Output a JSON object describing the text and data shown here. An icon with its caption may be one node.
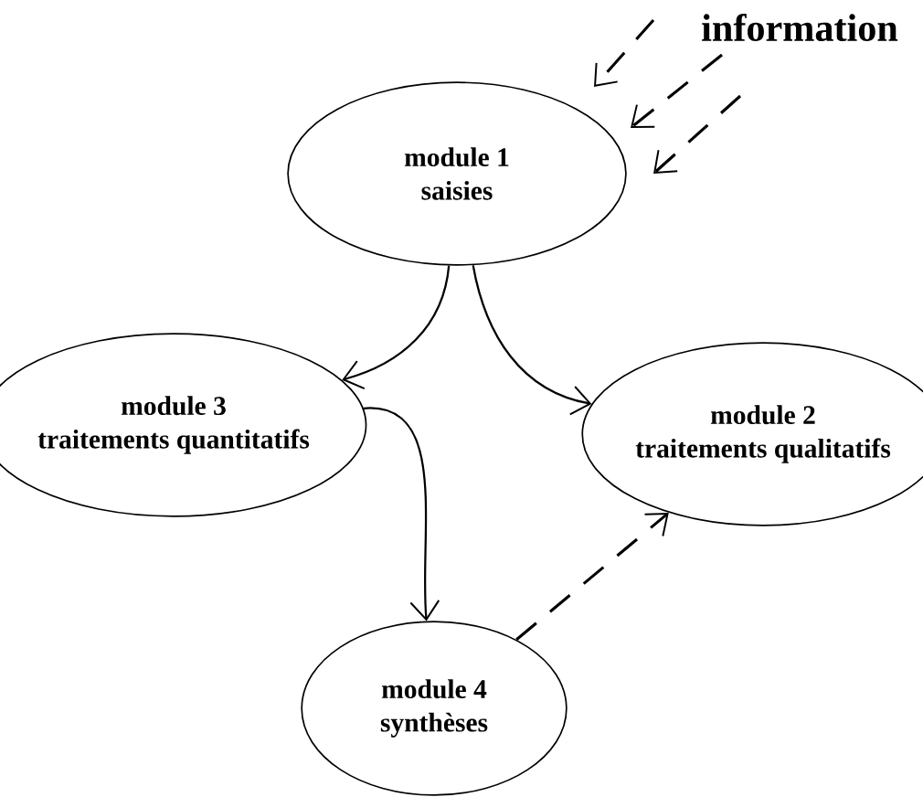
{
  "diagram": {
    "nodes": [
      {
        "text": [
          "information"
        ]
      },
      {
        "text": [
          "module 1",
          "saisies"
        ]
      },
      {
        "text": [
          "module 3",
          "traitements quantitatifs"
        ]
      },
      {
        "text": [
          "module 2",
          "traitements qualitatifs"
        ]
      },
      {
        "text": [
          "module 4",
          "synthèses"
        ]
      }
    ],
    "edges": [
      {
        "from": 0,
        "to": 1,
        "arrow": "to",
        "style": "dashed"
      },
      {
        "from": 0,
        "to": 1,
        "arrow": "to",
        "style": "dashed"
      },
      {
        "from": 0,
        "to": 1,
        "arrow": "to",
        "style": "dashed"
      },
      {
        "from": 1,
        "to": 2,
        "arrow": "to"
      },
      {
        "from": 1,
        "to": 3,
        "arrow": "to"
      },
      {
        "from": 2,
        "to": 4,
        "arrow": "to"
      },
      {
        "from": 4,
        "to": 3,
        "arrow": "to",
        "style": "dashed"
      }
    ]
  }
}
